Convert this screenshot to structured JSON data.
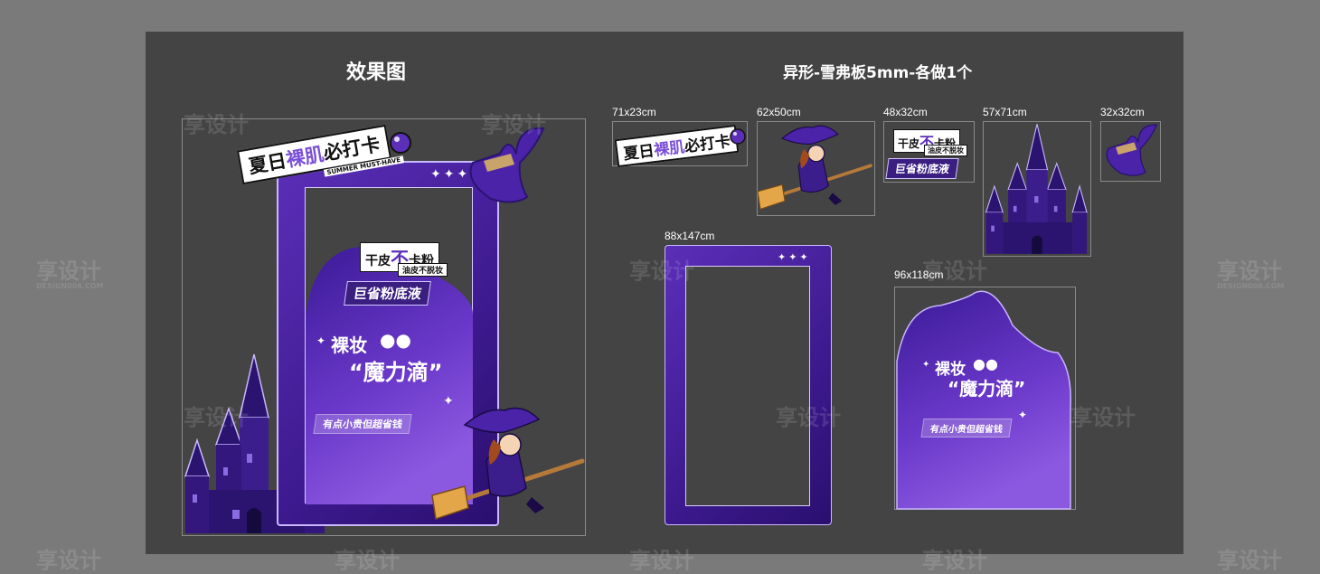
{
  "headings": {
    "effect": "效果图",
    "spec": "异形-雪弗板5mm-各做1个"
  },
  "sizes": {
    "banner": "71x23cm",
    "witch": "62x50cm",
    "slogan": "48x32cm",
    "castle": "57x71cm",
    "hat": "32x32cm",
    "frame": "88x147cm",
    "panel": "96x118cm"
  },
  "promo": {
    "title_prefix": "夏日",
    "title_highlight": "裸肌",
    "title_suffix": "必打卡",
    "subtitle_en": "SUMMER MUST-HAVE",
    "claim_a": "干皮",
    "claim_no": "不",
    "claim_b": "卡粉",
    "claim_tag": "油皮不脱妆",
    "product": "巨省粉底液",
    "nude": "裸妆",
    "magic": "“魔力滴”",
    "price_note": "有点小贵但超省钱"
  },
  "watermark": {
    "brand": "享设计",
    "domain": "DESIGN006.COM"
  },
  "colors": {
    "board": "#444444",
    "purple_dark": "#2a0f6e",
    "purple_mid": "#5b2fb8",
    "purple_light": "#c9b8ff",
    "accent": "#8b58e0"
  }
}
